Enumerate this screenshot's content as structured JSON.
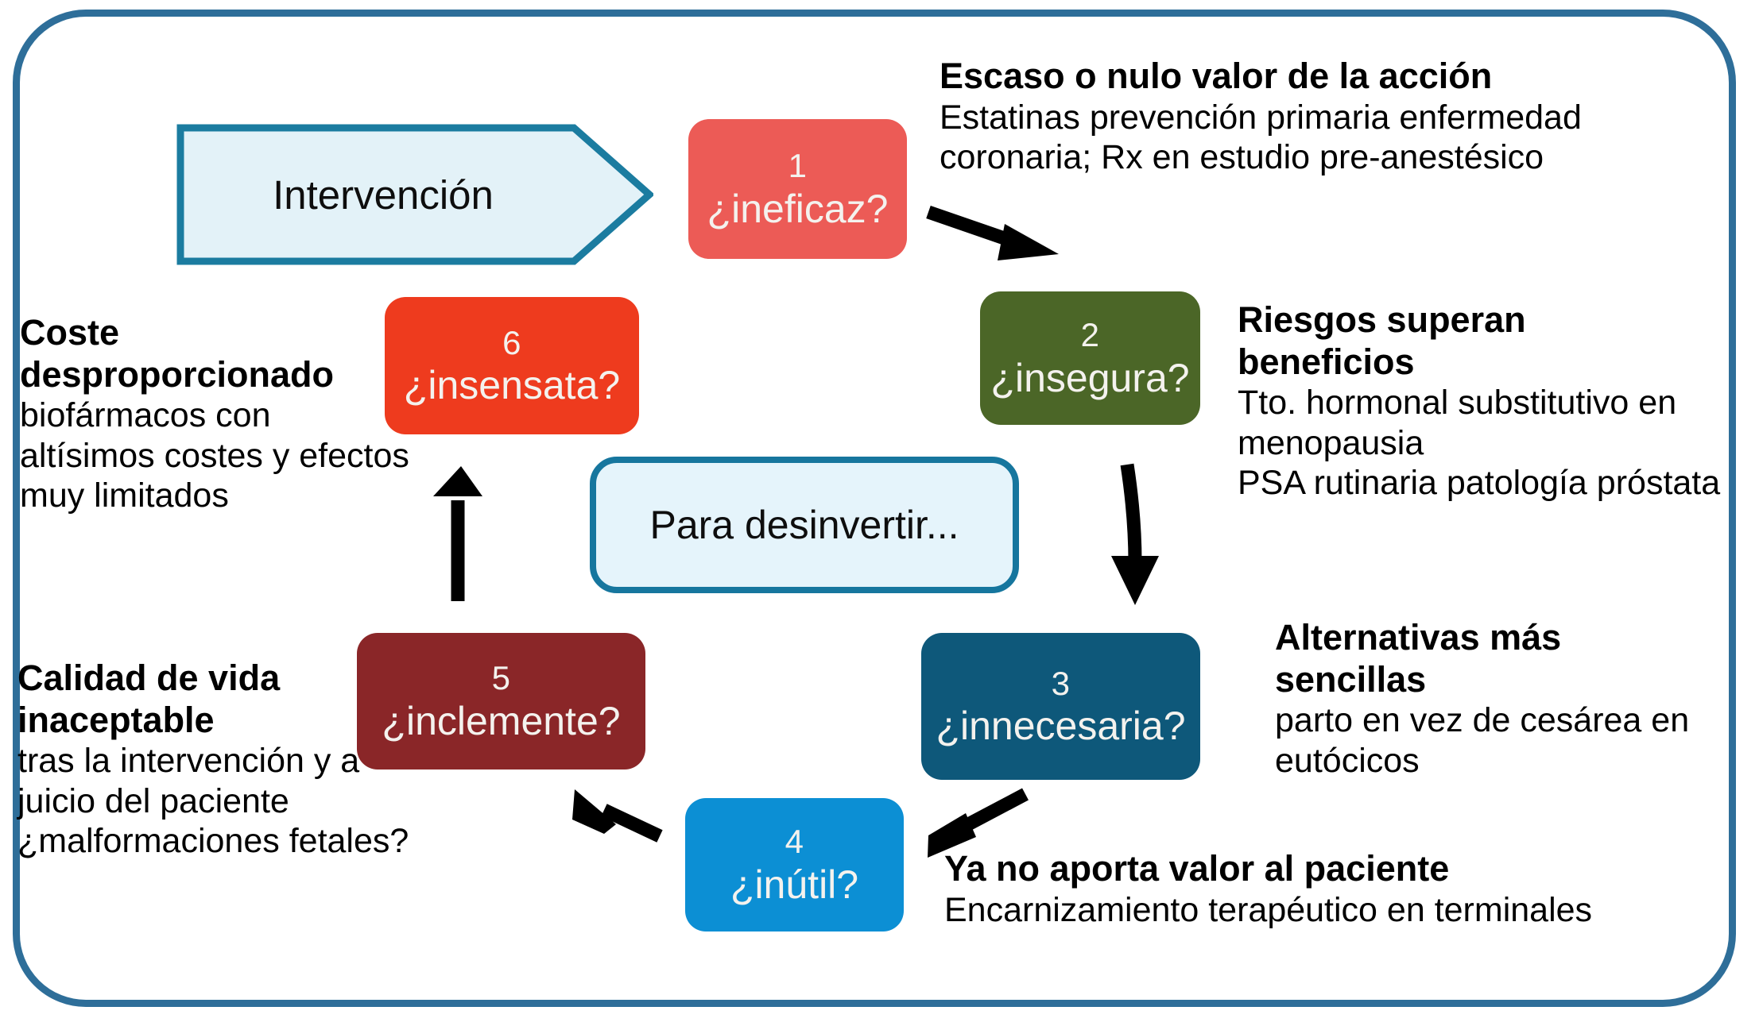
{
  "frame": {
    "border_color": "#2E6E99"
  },
  "entry": {
    "label": "Intervención",
    "fill": "#E3F2F8",
    "stroke": "#1B7CA0"
  },
  "center": {
    "label": "Para desinvertir...",
    "fill": "#E5F4FB",
    "stroke": "#16769E"
  },
  "steps": [
    {
      "num": "1",
      "label": "¿ineficaz?",
      "color": "#EC5B56"
    },
    {
      "num": "2",
      "label": "¿insegura?",
      "color": "#4B6627"
    },
    {
      "num": "3",
      "label": "¿innecesaria?",
      "color": "#0E587A"
    },
    {
      "num": "4",
      "label": "¿inútil?",
      "color": "#0C8FD4"
    },
    {
      "num": "5",
      "label": "¿inclemente?",
      "color": "#8A2628"
    },
    {
      "num": "6",
      "label": "¿insensata?",
      "color": "#EE3B1E"
    }
  ],
  "notes": {
    "n1": {
      "heading": "Escaso o nulo valor de la acción",
      "line1": "Estatinas prevención primaria enfermedad",
      "line2": "coronaria; Rx en estudio pre-anestésico"
    },
    "n2": {
      "heading1": "Riesgos superan",
      "heading2": "beneficios",
      "line1": "Tto. hormonal substitutivo en",
      "line2": "menopausia",
      "line3": "PSA rutinaria patología próstata"
    },
    "n3": {
      "heading1": "Alternativas más",
      "heading2": "sencillas",
      "line1": "parto en vez de cesárea en",
      "line2": "eutócicos"
    },
    "n4": {
      "heading": "Ya no aporta valor al paciente",
      "line1": "Encarnizamiento terapéutico en terminales"
    },
    "n5": {
      "heading1": "Calidad de vida",
      "heading2": "inaceptable",
      "line1": "tras la intervención y a",
      "line2": "juicio del paciente",
      "line3": "¿malformaciones fetales?"
    },
    "n6": {
      "heading1": "Coste",
      "heading2": "desproporcionado",
      "line1": "biofármacos con",
      "line2": "altísimos costes y efectos",
      "line3": "muy limitados"
    }
  },
  "arrows": {
    "color": "#000000",
    "sequence": [
      "1-to-2",
      "2-to-3",
      "3-to-4",
      "4-to-5",
      "5-to-6"
    ]
  }
}
